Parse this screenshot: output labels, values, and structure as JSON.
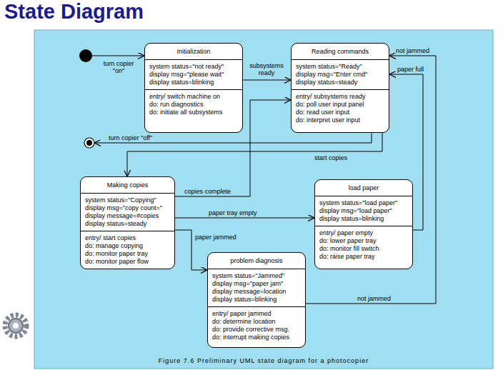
{
  "diagram": {
    "title": "State Diagram",
    "caption": "Figure 7.6 Preliminary UML state diagram for a photocopier",
    "nodes": [
      {
        "text": [
          "Initialization",
          "system status=\"not ready\"",
          "display msg=\"please wait\"",
          "display status=blinking",
          "entry/ switch machine on",
          "do: run diagnostics",
          "do: initiate all subsystems"
        ]
      },
      {
        "text": [
          "Reading commands",
          "system status=\"Ready\"",
          "display msg=\"Enter cmd\"",
          "display status=steady",
          "entry/ subsystems ready",
          "do: poll user input panel",
          "do: read user input",
          "do: interpret user input"
        ]
      },
      {
        "text": [
          "Making copies",
          "system status=\"Copying\"",
          "display msg=\"copy count=\"",
          "display message=#copies",
          "display status=steady",
          "entry/ start copies",
          "do: manage copying",
          "do: monitor paper tray",
          "do: monitor paper flow"
        ]
      },
      {
        "text": [
          "load paper",
          "system status=\"load paper\"",
          "display msg=\"load paper\"",
          "display status=blinking",
          "entry/ paper empty",
          "do: lower paper tray",
          "do: monitor fill switch",
          "do: raise paper tray"
        ]
      },
      {
        "text": [
          "problem diagnosis",
          "system status=\"Jammed\"",
          "display msg=\"paper jam\"",
          "display message=location",
          "display status=blinking",
          "entry/ paper jammed",
          "do: determine location",
          "do: provide corrective msg.",
          "do: interrupt making copies"
        ]
      }
    ],
    "edges": [
      {
        "from": 0,
        "to": 1,
        "arrow": "to",
        "label": "subsystems ready"
      },
      {
        "from": 1,
        "to": 2,
        "arrow": "to",
        "label": "start copies"
      },
      {
        "from": 2,
        "to": 1,
        "arrow": "to",
        "label": "copies complete"
      },
      {
        "from": 2,
        "to": 3,
        "arrow": "to",
        "label": "paper tray empty"
      },
      {
        "from": 2,
        "to": 4,
        "arrow": "to",
        "label": "paper jammed"
      },
      {
        "from": 3,
        "to": 1,
        "arrow": "to",
        "label": "paper full"
      },
      {
        "from": 4,
        "to": 1,
        "arrow": "to",
        "label": "not jammed"
      }
    ],
    "labels": [
      "turn copier \"on\"",
      "turn copier \"off\"",
      "not jammed"
    ]
  }
}
